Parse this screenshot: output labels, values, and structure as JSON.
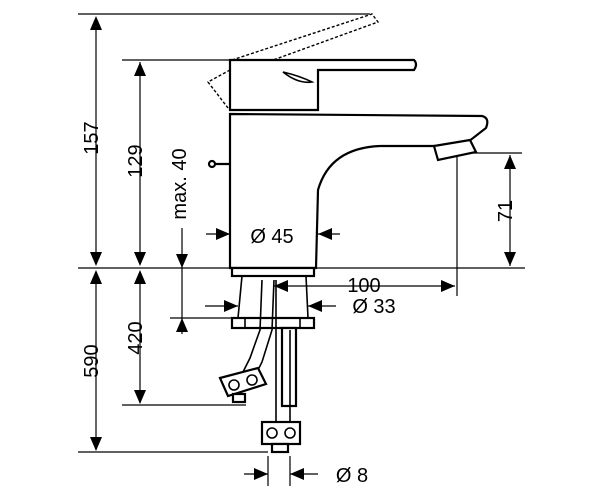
{
  "dimensions": {
    "overall_height": "157",
    "spout_height": "129",
    "max_thickness": "max. 40",
    "outlet_height": "71",
    "base_diameter": "Ø 45",
    "projection": "100",
    "hole_diameter": "Ø 33",
    "hose_length_to_nut": "420",
    "hose_length_total": "590",
    "hose_diameter": "Ø 8"
  }
}
